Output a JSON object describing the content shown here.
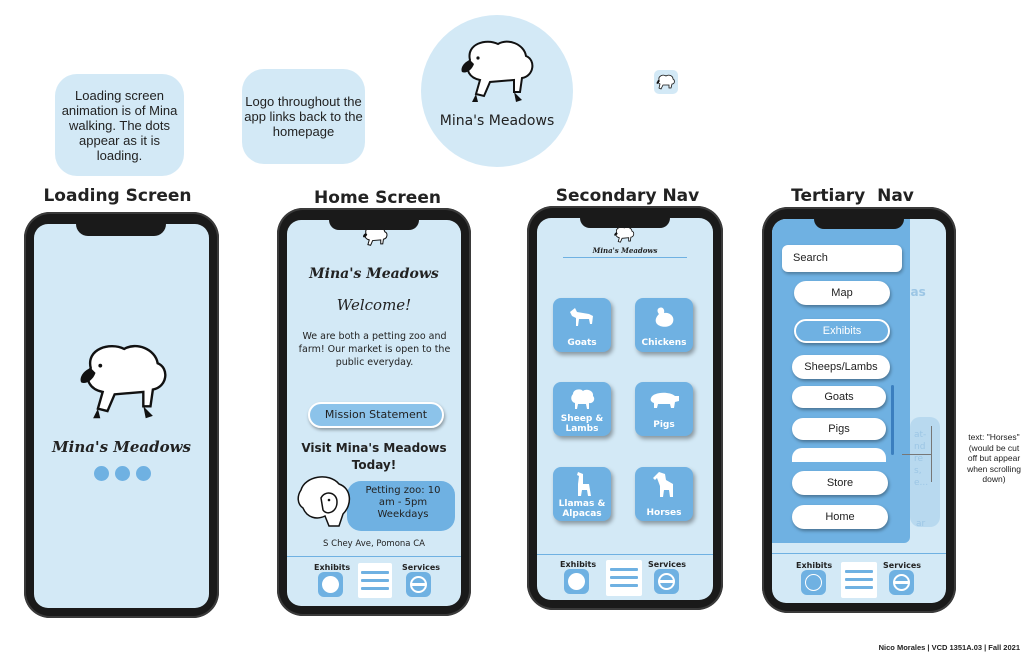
{
  "notes": {
    "loading": "Loading screen animation is of Mina walking. The dots appear as it is loading.",
    "logo": "Logo throughout the app links back to the homepage",
    "horses": "text: \"Horses\" (would be cut off but appear when scrolling down)"
  },
  "logo": {
    "brand": "Mina's Meadows"
  },
  "titles": {
    "loading": "Loading Screen",
    "home": "Home Screen",
    "secondary": "Secondary Nav",
    "tertiary": "Tertiary  Nav"
  },
  "home": {
    "brand": "Mina's Meadows",
    "welcome": "Welcome!",
    "intro": "We are both a petting zoo and farm! Our market is open to the public everyday.",
    "mission_button": "Mission Statement",
    "visit": "Visit Mina's Meadows Today!",
    "hours": "Petting zoo: 10 am - 5pm Weekdays",
    "address": "S Chey Ave, Pomona CA"
  },
  "tabs": {
    "exhibits": "Exhibits",
    "services": "Services"
  },
  "secondary": {
    "brand": "Mina's Meadows",
    "animals": [
      "Goats",
      "Chickens",
      "Sheep & Lambs",
      "Pigs",
      "Llamas & Alpacas",
      "Horses"
    ]
  },
  "tertiary": {
    "search_placeholder": "Search",
    "menu": [
      "Map",
      "Exhibits",
      "Sheeps/Lambs",
      "Goats",
      "Pigs",
      "",
      "Store",
      "Home"
    ],
    "behind_text": [
      "nas",
      "at-",
      "nd",
      "re",
      "s,",
      "e...",
      "ar"
    ]
  },
  "credit": "Nico Morales | VCD 1351A.03 | Fall 2021",
  "colors": {
    "screen_bg": "#d3e9f6",
    "accent": "#6fb1e2",
    "accent_dark": "#4a90c8",
    "phone": "#1a1a1a"
  }
}
